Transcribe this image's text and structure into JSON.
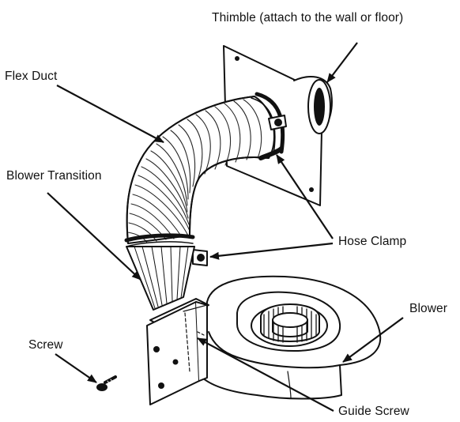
{
  "labels": {
    "thimble": "Thimble (attach to the wall or floor)",
    "flex_duct": "Flex Duct",
    "blower_transition": "Blower Transition",
    "hose_clamp": "Hose Clamp",
    "blower": "Blower",
    "screw": "Screw",
    "guide_screw": "Guide Screw"
  },
  "colors": {
    "ink": "#111111",
    "paper": "#ffffff"
  }
}
